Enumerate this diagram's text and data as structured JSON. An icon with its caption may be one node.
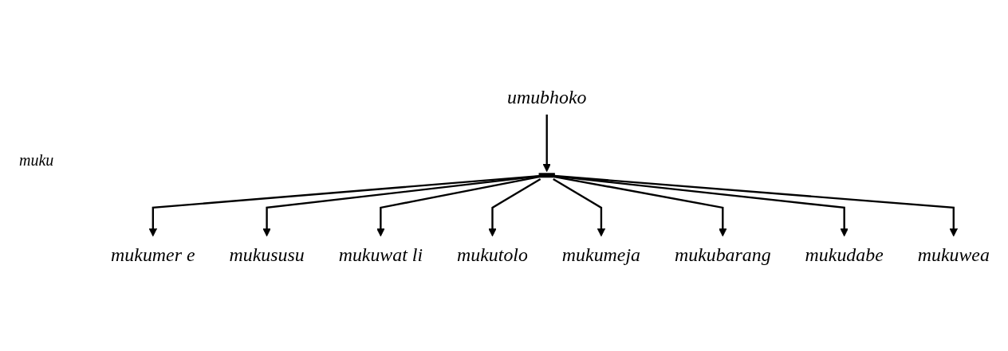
{
  "diagram": {
    "nodes": [
      {
        "text": [
          "umubhoko"
        ]
      },
      {
        "text": [],
        "shape": "bar"
      },
      {
        "text": [
          "mukumer e"
        ]
      },
      {
        "text": [
          "mukususu"
        ]
      },
      {
        "text": [
          "mukuwat li"
        ]
      },
      {
        "text": [
          "mukutolo"
        ]
      },
      {
        "text": [
          "mukumeja"
        ]
      },
      {
        "text": [
          "mukubarang"
        ]
      },
      {
        "text": [
          "mukudabe"
        ]
      },
      {
        "text": [
          "mukuwea"
        ]
      }
    ],
    "edges": [
      {
        "from": 0,
        "to": 1,
        "arrow": "to"
      },
      {
        "from": 1,
        "to": 2,
        "arrow": "to"
      },
      {
        "from": 1,
        "to": 3,
        "arrow": "to"
      },
      {
        "from": 1,
        "to": 4,
        "arrow": "to"
      },
      {
        "from": 1,
        "to": 5,
        "arrow": "to"
      },
      {
        "from": 1,
        "to": 6,
        "arrow": "to"
      },
      {
        "from": 1,
        "to": 7,
        "arrow": "to"
      },
      {
        "from": 1,
        "to": 8,
        "arrow": "to"
      },
      {
        "from": 1,
        "to": 9,
        "arrow": "to"
      }
    ],
    "labels": [
      "muku"
    ]
  }
}
